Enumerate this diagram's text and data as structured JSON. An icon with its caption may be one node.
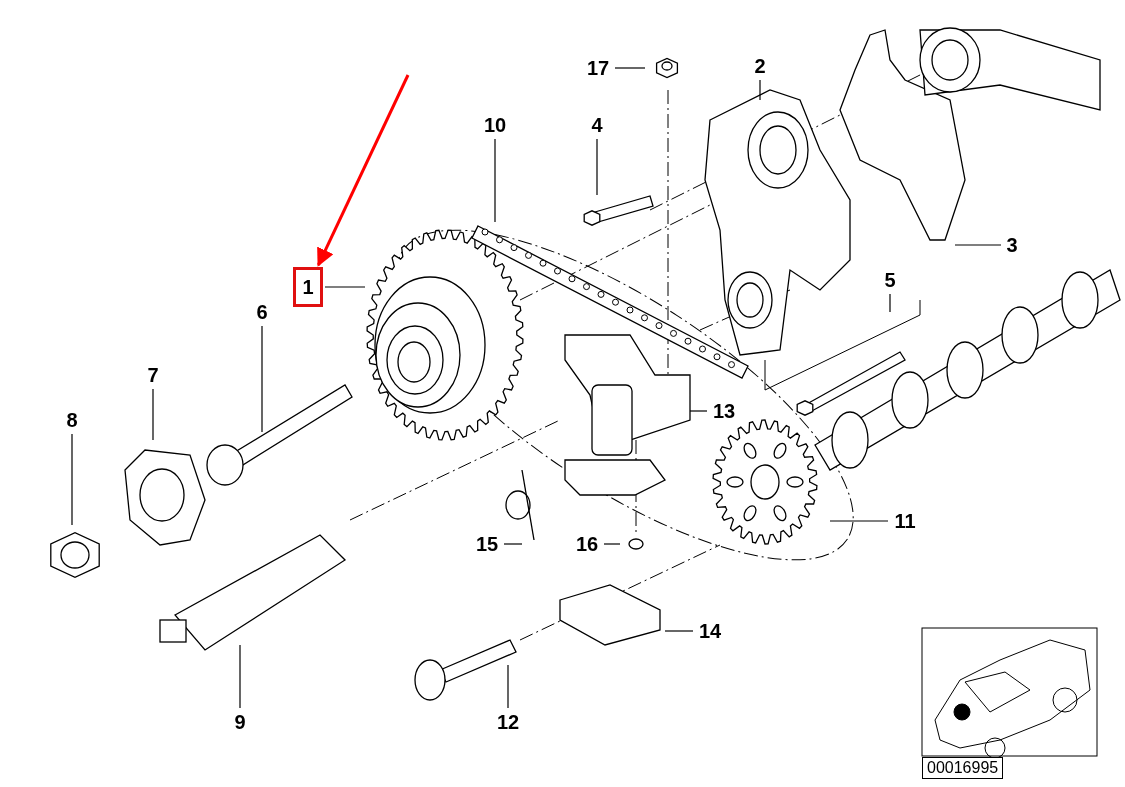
{
  "diagram": {
    "nodes": [
      {
        "text": [
          "1"
        ]
      },
      {
        "text": [
          "2"
        ]
      },
      {
        "text": [
          "3"
        ]
      },
      {
        "text": [
          "4"
        ]
      },
      {
        "text": [
          "5"
        ]
      },
      {
        "text": [
          "6"
        ]
      },
      {
        "text": [
          "7"
        ]
      },
      {
        "text": [
          "8"
        ]
      },
      {
        "text": [
          "9"
        ]
      },
      {
        "text": [
          "10"
        ]
      },
      {
        "text": [
          "11"
        ]
      },
      {
        "text": [
          "12"
        ]
      },
      {
        "text": [
          "13"
        ]
      },
      {
        "text": [
          "14"
        ]
      },
      {
        "text": [
          "15"
        ]
      },
      {
        "text": [
          "16"
        ]
      },
      {
        "text": [
          "17"
        ]
      }
    ],
    "edges": [
      {
        "from": 0,
        "to": null,
        "arrow": "none"
      },
      {
        "from": 1,
        "to": null,
        "arrow": "none"
      },
      {
        "from": 2,
        "to": null,
        "arrow": "none"
      },
      {
        "from": 3,
        "to": null,
        "arrow": "none"
      },
      {
        "from": 4,
        "to": null,
        "arrow": "none"
      },
      {
        "from": 5,
        "to": null,
        "arrow": "none"
      },
      {
        "from": 6,
        "to": null,
        "arrow": "none"
      },
      {
        "from": 7,
        "to": null,
        "arrow": "none"
      },
      {
        "from": 8,
        "to": null,
        "arrow": "none"
      },
      {
        "from": 9,
        "to": null,
        "arrow": "none"
      },
      {
        "from": 10,
        "to": null,
        "arrow": "none"
      },
      {
        "from": 11,
        "to": null,
        "arrow": "none"
      },
      {
        "from": 12,
        "to": null,
        "arrow": "none"
      },
      {
        "from": 13,
        "to": null,
        "arrow": "none"
      },
      {
        "from": 14,
        "to": null,
        "arrow": "none"
      },
      {
        "from": 15,
        "to": null,
        "arrow": "none"
      },
      {
        "from": 16,
        "to": null,
        "arrow": "none"
      },
      {
        "from": null,
        "to": 0,
        "arrow": "to",
        "style": "thick",
        "color": "#ff0000"
      }
    ],
    "labels": [
      "00016995"
    ]
  }
}
